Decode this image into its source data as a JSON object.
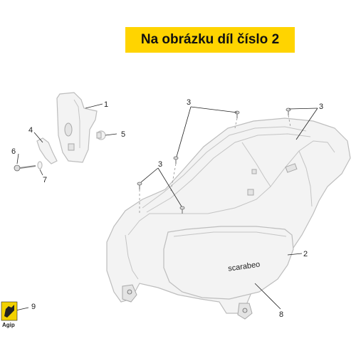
{
  "banner": {
    "text": "Na obrázku díl číslo 2"
  },
  "labels": {
    "part_1": "1",
    "part_2": "2",
    "part_3_top_left": "3",
    "part_3_top_right": "3",
    "part_3_left": "3",
    "part_4": "4",
    "part_5": "5",
    "part_6": "6",
    "part_7": "7",
    "part_8": "8",
    "part_9": "9"
  },
  "side_panel_text": "scarabeo",
  "logo": {
    "brand": "Agip",
    "color": "#f2d100"
  },
  "colors": {
    "banner": "#ffd400",
    "line": "#222222"
  }
}
